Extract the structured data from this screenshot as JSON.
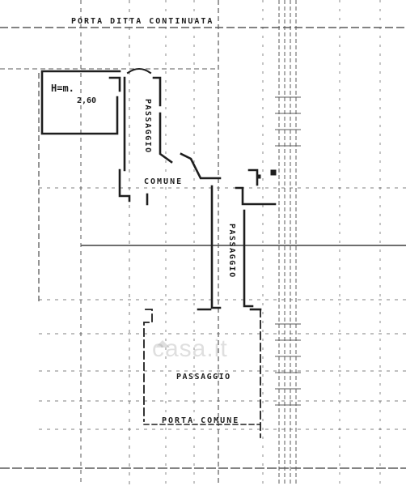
{
  "labels": {
    "top_header": "PORTA DITTA CONTINUATA",
    "room_label": "H=m.",
    "room_number": "2,60",
    "corridor_vertical": "PASSAGGIO",
    "corridor_common": "COMUNE",
    "passage_right": "PASSAGGIO",
    "courtyard": "PASSAGGIO",
    "bottom": "PORTA COMUNE"
  },
  "watermark": {
    "text": "casa.it",
    "icon": "house-icon"
  },
  "colors": {
    "ink": "#1e1e1e",
    "grid": "#5a5a5a",
    "paper": "#ffffff"
  }
}
